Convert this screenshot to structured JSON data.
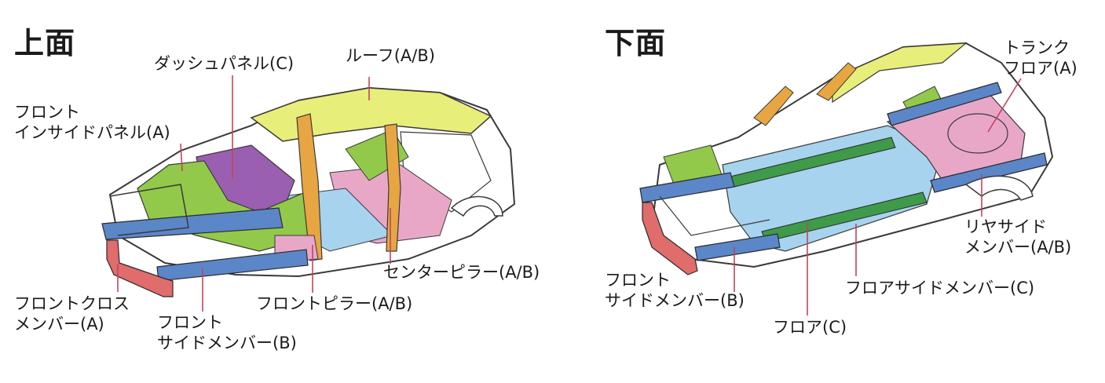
{
  "panels": {
    "top": {
      "title": "上面",
      "labels": {
        "dash_panel": "ダッシュパネル(C)",
        "roof": "ルーフ(A/B)",
        "front_inside_panel_1": "フロント",
        "front_inside_panel_2": "インサイドパネル(A)",
        "center_pillar": "センターピラー(A/B)",
        "front_pillar": "フロントピラー(A/B)",
        "front_cross_member_1": "フロントクロス",
        "front_cross_member_2": "メンバー(A)",
        "front_side_member_1": "フロント",
        "front_side_member_2": "サイドメンバー(B)"
      }
    },
    "bottom": {
      "title": "下面",
      "labels": {
        "trunk_floor_1": "トランク",
        "trunk_floor_2": "フロア(A)",
        "rear_side_member_1": "リヤサイド",
        "rear_side_member_2": "メンバー(A/B)",
        "floor_side_member": "フロアサイドメンバー(C)",
        "front_side_member_1": "フロント",
        "front_side_member_2": "サイドメンバー(B)",
        "floor": "フロア(C)"
      }
    }
  },
  "colors": {
    "grade_a": "#e9a7c8",
    "grade_b": "#e7c14a",
    "grade_c": "#a7d3ee",
    "roof": "#e8ee7a",
    "green": "#92c94a",
    "member_blue": "#5b86c8",
    "cross_member_red": "#e06c6c",
    "dash_purple": "#9a5fb0",
    "leader_line": "#c0465e"
  }
}
